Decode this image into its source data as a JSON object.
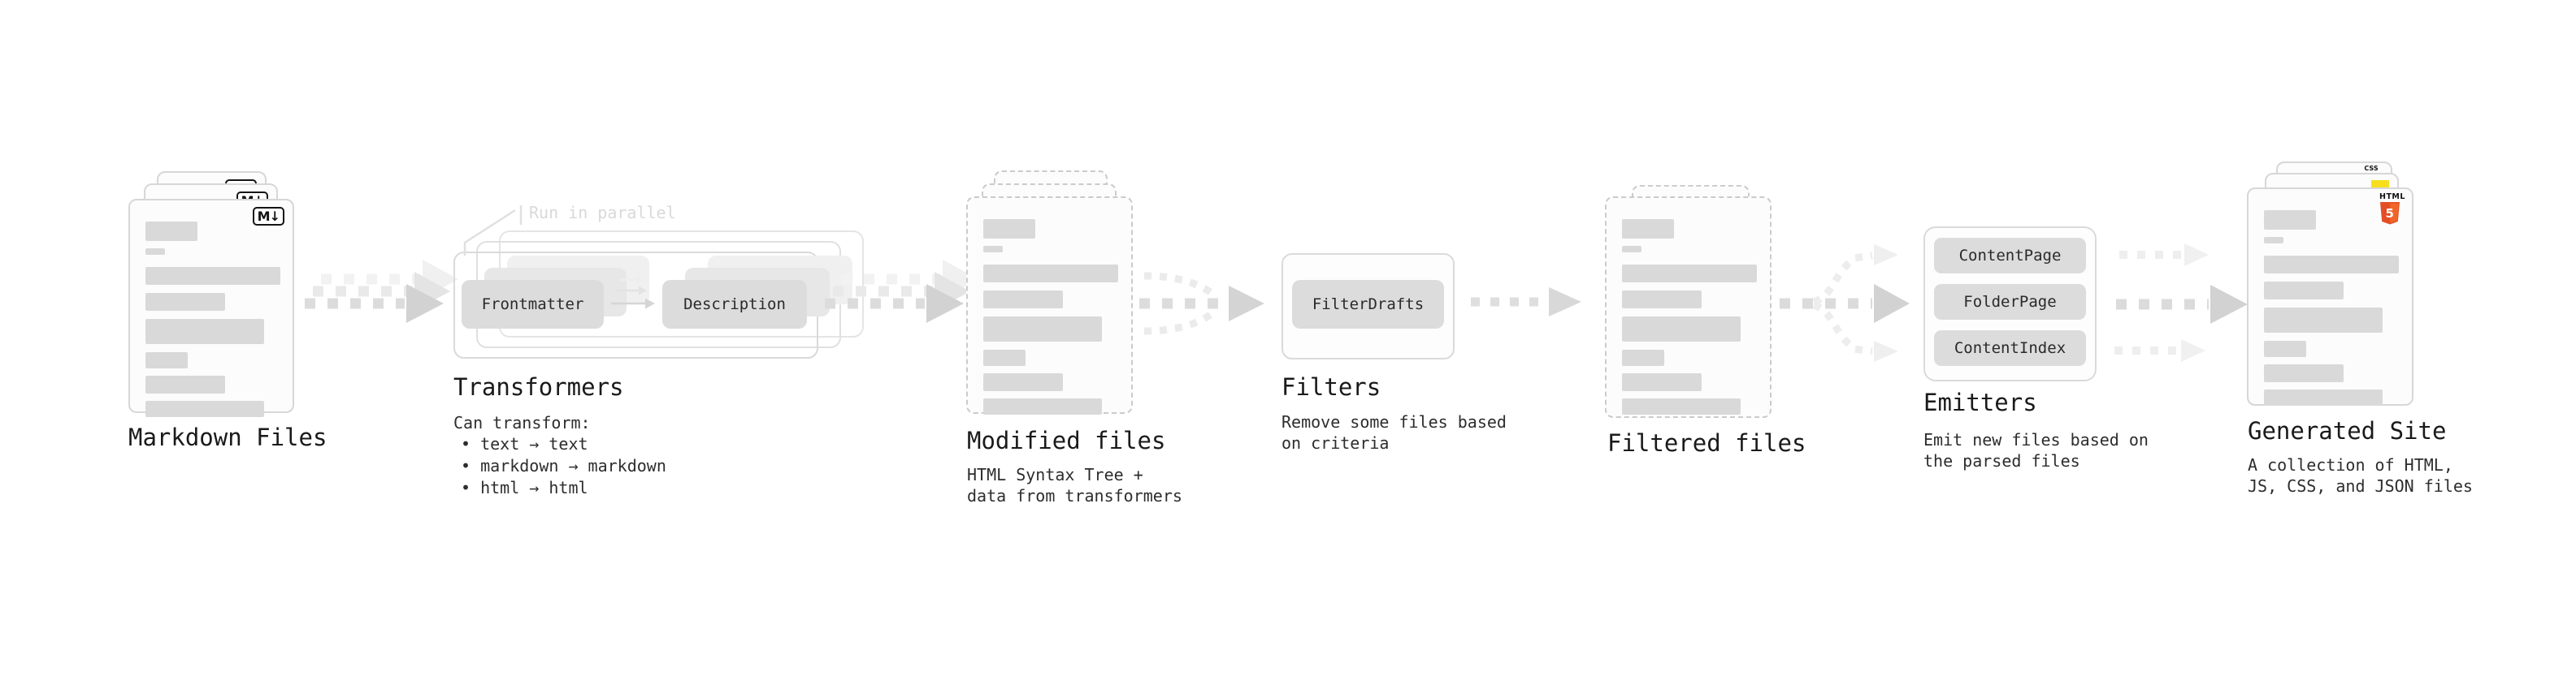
{
  "diagram": {
    "run_in_parallel_note": "Run in parallel",
    "markdown_files": {
      "label": "Markdown Files",
      "badge": "M↓"
    },
    "transformers": {
      "label": "Transformers",
      "desc_title": "Can transform:",
      "bullets": [
        "• text → text",
        "• markdown → markdown",
        "• html → html"
      ],
      "box1": "Frontmatter",
      "box2": "Description"
    },
    "modified_files": {
      "label": "Modified files",
      "desc": "HTML Syntax Tree +\ndata from transformers"
    },
    "filters": {
      "label": "Filters",
      "desc": "Remove some files based\non criteria",
      "box1": "FilterDrafts"
    },
    "filtered_files": {
      "label": "Filtered files"
    },
    "emitters": {
      "label": "Emitters",
      "desc": "Emit new files based on\nthe parsed files",
      "box1": "ContentPage",
      "box2": "FolderPage",
      "box3": "ContentIndex"
    },
    "generated_site": {
      "label": "Generated Site",
      "desc": "A collection of HTML,\nJS, CSS, and JSON files",
      "html_badge_text": "HTML",
      "html_badge_num": "5",
      "css_badge_text": "CSS"
    },
    "colors": {
      "html_orange": "#e44d26",
      "html_orange_light": "#f16529",
      "js_yellow": "#f7df1e",
      "css_blue": "#2962f1"
    }
  }
}
